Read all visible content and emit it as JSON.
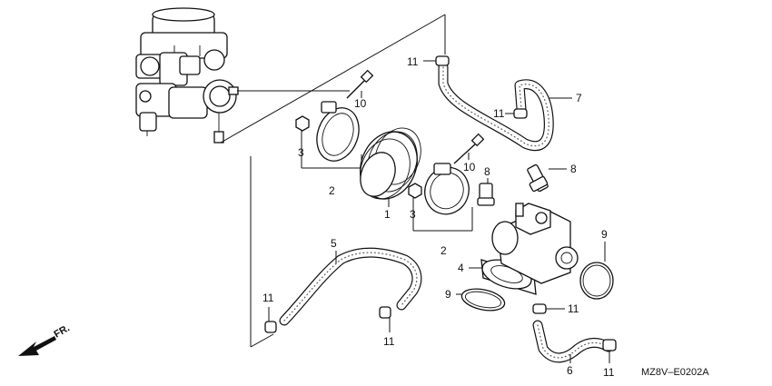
{
  "diagram": {
    "code": "MZ8V–E0202A",
    "direction_label": "FR.",
    "callouts": [
      {
        "id": "c1",
        "text": "1"
      },
      {
        "id": "c2a",
        "text": "2"
      },
      {
        "id": "c2b",
        "text": "2"
      },
      {
        "id": "c3a",
        "text": "3"
      },
      {
        "id": "c3b",
        "text": "3"
      },
      {
        "id": "c4",
        "text": "4"
      },
      {
        "id": "c5",
        "text": "5"
      },
      {
        "id": "c6",
        "text": "6"
      },
      {
        "id": "c7",
        "text": "7"
      },
      {
        "id": "c8a",
        "text": "8"
      },
      {
        "id": "c8b",
        "text": "8"
      },
      {
        "id": "c9a",
        "text": "9"
      },
      {
        "id": "c9b",
        "text": "9"
      },
      {
        "id": "c10a",
        "text": "10"
      },
      {
        "id": "c10b",
        "text": "10"
      },
      {
        "id": "c11a",
        "text": "11"
      },
      {
        "id": "c11b",
        "text": "11"
      },
      {
        "id": "c11c",
        "text": "11"
      },
      {
        "id": "c11d",
        "text": "11"
      },
      {
        "id": "c11e",
        "text": "11"
      },
      {
        "id": "c11f",
        "text": "11"
      }
    ]
  }
}
